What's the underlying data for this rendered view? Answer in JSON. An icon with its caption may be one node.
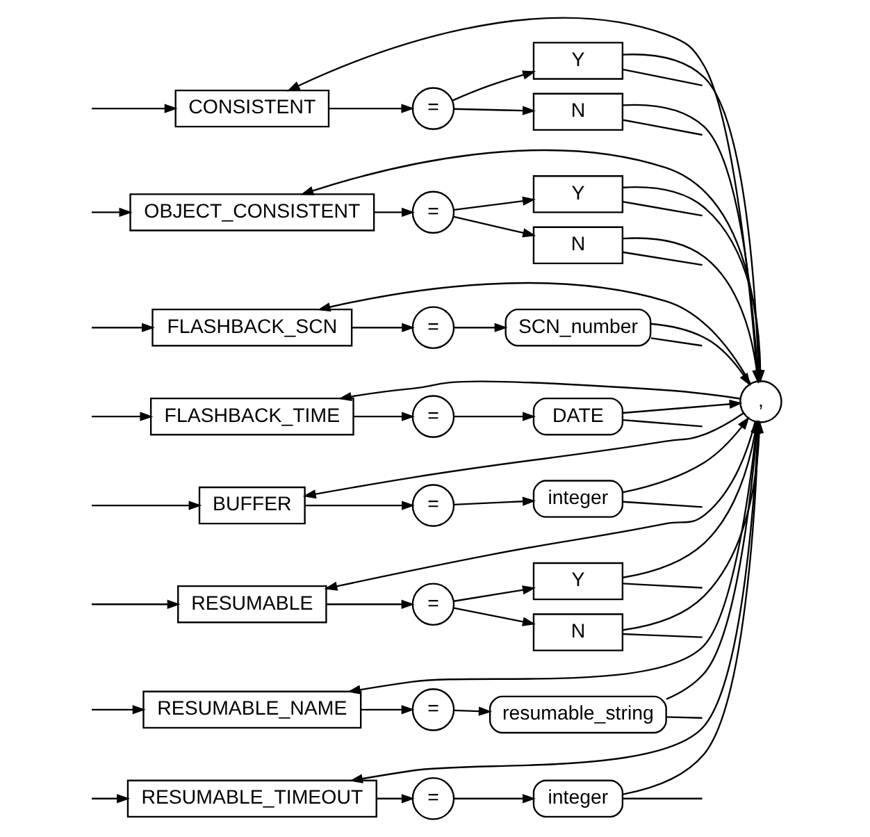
{
  "diagram": {
    "nodes": [
      {
        "text": [
          ","
        ]
      },
      {
        "text": [
          "CONSISTENT"
        ]
      },
      {
        "text": [
          "="
        ]
      },
      {
        "text": [
          "Y"
        ]
      },
      {
        "text": [
          "N"
        ]
      },
      {
        "text": [
          "OBJECT_CONSISTENT"
        ]
      },
      {
        "text": [
          "="
        ]
      },
      {
        "text": [
          "Y"
        ]
      },
      {
        "text": [
          "N"
        ]
      },
      {
        "text": [
          "FLASHBACK_SCN"
        ]
      },
      {
        "text": [
          "="
        ]
      },
      {
        "text": [
          "SCN_number"
        ]
      },
      {
        "text": [
          "FLASHBACK_TIME"
        ]
      },
      {
        "text": [
          "="
        ]
      },
      {
        "text": [
          "DATE"
        ]
      },
      {
        "text": [
          "BUFFER"
        ]
      },
      {
        "text": [
          "="
        ]
      },
      {
        "text": [
          "integer"
        ]
      },
      {
        "text": [
          "RESUMABLE"
        ]
      },
      {
        "text": [
          "="
        ]
      },
      {
        "text": [
          "Y"
        ]
      },
      {
        "text": [
          "N"
        ]
      },
      {
        "text": [
          "RESUMABLE_NAME"
        ]
      },
      {
        "text": [
          "="
        ]
      },
      {
        "text": [
          "resumable_string"
        ]
      },
      {
        "text": [
          "RESUMABLE_TIMEOUT"
        ]
      },
      {
        "text": [
          "="
        ]
      },
      {
        "text": [
          "integer"
        ]
      }
    ],
    "edges": [
      {
        "from": null,
        "to": 1,
        "arrow": "to"
      },
      {
        "from": null,
        "to": 5,
        "arrow": "to"
      },
      {
        "from": null,
        "to": 9,
        "arrow": "to"
      },
      {
        "from": null,
        "to": 12,
        "arrow": "to"
      },
      {
        "from": null,
        "to": 15,
        "arrow": "to"
      },
      {
        "from": null,
        "to": 18,
        "arrow": "to"
      },
      {
        "from": null,
        "to": 22,
        "arrow": "to"
      },
      {
        "from": null,
        "to": 25,
        "arrow": "to"
      },
      {
        "from": 1,
        "to": 2,
        "arrow": "to"
      },
      {
        "from": 2,
        "to": 3,
        "arrow": "to"
      },
      {
        "from": 2,
        "to": 4,
        "arrow": "to"
      },
      {
        "from": 5,
        "to": 6,
        "arrow": "to"
      },
      {
        "from": 6,
        "to": 7,
        "arrow": "to"
      },
      {
        "from": 6,
        "to": 8,
        "arrow": "to"
      },
      {
        "from": 9,
        "to": 10,
        "arrow": "to"
      },
      {
        "from": 10,
        "to": 11,
        "arrow": "to"
      },
      {
        "from": 12,
        "to": 13,
        "arrow": "to"
      },
      {
        "from": 13,
        "to": 14,
        "arrow": "to"
      },
      {
        "from": 15,
        "to": 16,
        "arrow": "to"
      },
      {
        "from": 16,
        "to": 17,
        "arrow": "to"
      },
      {
        "from": 18,
        "to": 19,
        "arrow": "to"
      },
      {
        "from": 19,
        "to": 20,
        "arrow": "to"
      },
      {
        "from": 19,
        "to": 21,
        "arrow": "to"
      },
      {
        "from": 22,
        "to": 23,
        "arrow": "to"
      },
      {
        "from": 23,
        "to": 24,
        "arrow": "to"
      },
      {
        "from": 25,
        "to": 26,
        "arrow": "to"
      },
      {
        "from": 26,
        "to": 27,
        "arrow": "to"
      },
      {
        "from": 3,
        "to": 0,
        "arrow": "to"
      },
      {
        "from": 4,
        "to": 0,
        "arrow": "to"
      },
      {
        "from": 7,
        "to": 0,
        "arrow": "to"
      },
      {
        "from": 8,
        "to": 0,
        "arrow": "to"
      },
      {
        "from": 11,
        "to": 0,
        "arrow": "to"
      },
      {
        "from": 14,
        "to": 0,
        "arrow": "to"
      },
      {
        "from": 17,
        "to": 0,
        "arrow": "to"
      },
      {
        "from": 20,
        "to": 0,
        "arrow": "to"
      },
      {
        "from": 21,
        "to": 0,
        "arrow": "to"
      },
      {
        "from": 24,
        "to": 0,
        "arrow": "to"
      },
      {
        "from": 27,
        "to": 0,
        "arrow": "to"
      },
      {
        "from": 0,
        "to": 1,
        "arrow": "to"
      },
      {
        "from": 0,
        "to": 5,
        "arrow": "to"
      },
      {
        "from": 0,
        "to": 9,
        "arrow": "to"
      },
      {
        "from": 0,
        "to": 12,
        "arrow": "to"
      },
      {
        "from": 0,
        "to": 15,
        "arrow": "to"
      },
      {
        "from": 0,
        "to": 18,
        "arrow": "to"
      },
      {
        "from": 0,
        "to": 22,
        "arrow": "to"
      },
      {
        "from": 0,
        "to": 25,
        "arrow": "to"
      },
      {
        "from": 3,
        "to": null,
        "arrow": "none"
      },
      {
        "from": 4,
        "to": null,
        "arrow": "none"
      },
      {
        "from": 7,
        "to": null,
        "arrow": "none"
      },
      {
        "from": 8,
        "to": null,
        "arrow": "none"
      },
      {
        "from": 11,
        "to": null,
        "arrow": "none"
      },
      {
        "from": 14,
        "to": null,
        "arrow": "none"
      },
      {
        "from": 17,
        "to": null,
        "arrow": "none"
      },
      {
        "from": 20,
        "to": null,
        "arrow": "none"
      },
      {
        "from": 21,
        "to": null,
        "arrow": "none"
      },
      {
        "from": 24,
        "to": null,
        "arrow": "none"
      },
      {
        "from": 27,
        "to": null,
        "arrow": "none"
      }
    ]
  }
}
